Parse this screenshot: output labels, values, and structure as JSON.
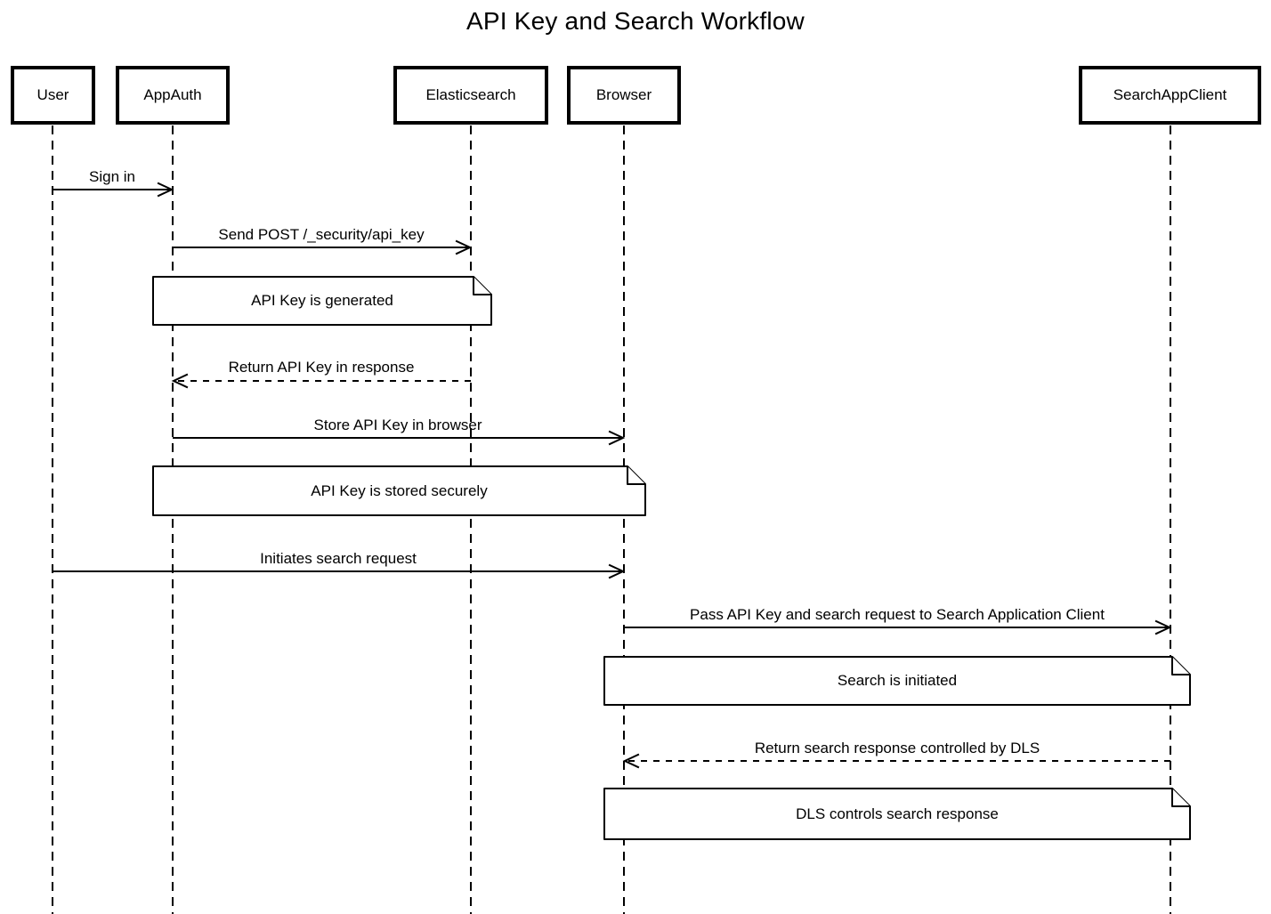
{
  "diagram": {
    "title": "API Key and Search Workflow",
    "type": "sequence-diagram",
    "colors": {
      "line": "#000000",
      "text": "#000000",
      "background": "#ffffff",
      "shape_fill": "#ffffff"
    },
    "participants": [
      {
        "name": "User"
      },
      {
        "name": "AppAuth"
      },
      {
        "name": "Elasticsearch"
      },
      {
        "name": "Browser"
      },
      {
        "name": "SearchAppClient"
      }
    ],
    "messages": [
      {
        "label": "Sign in",
        "from": "User",
        "to": "AppAuth",
        "style": "solid"
      },
      {
        "label": "Send POST /_security/api_key",
        "from": "AppAuth",
        "to": "Elasticsearch",
        "style": "solid"
      },
      {
        "label": "Return API Key in response",
        "from": "Elasticsearch",
        "to": "AppAuth",
        "style": "dashed"
      },
      {
        "label": "Store API Key in browser",
        "from": "AppAuth",
        "to": "Browser",
        "style": "solid"
      },
      {
        "label": "Initiates search request",
        "from": "User",
        "to": "Browser",
        "style": "solid"
      },
      {
        "label": "Pass API Key and search request to Search Application Client",
        "from": "Browser",
        "to": "SearchAppClient",
        "style": "solid"
      },
      {
        "label": "Return search response controlled by DLS",
        "from": "SearchAppClient",
        "to": "Browser",
        "style": "dashed"
      }
    ],
    "notes": [
      {
        "label": "API Key is generated",
        "over": "AppAuth, Elasticsearch"
      },
      {
        "label": "API Key is stored securely",
        "over": "AppAuth, Browser"
      },
      {
        "label": "Search is initiated",
        "over": "Browser, SearchAppClient"
      },
      {
        "label": "DLS controls search response",
        "over": "Browser, SearchAppClient"
      }
    ]
  }
}
